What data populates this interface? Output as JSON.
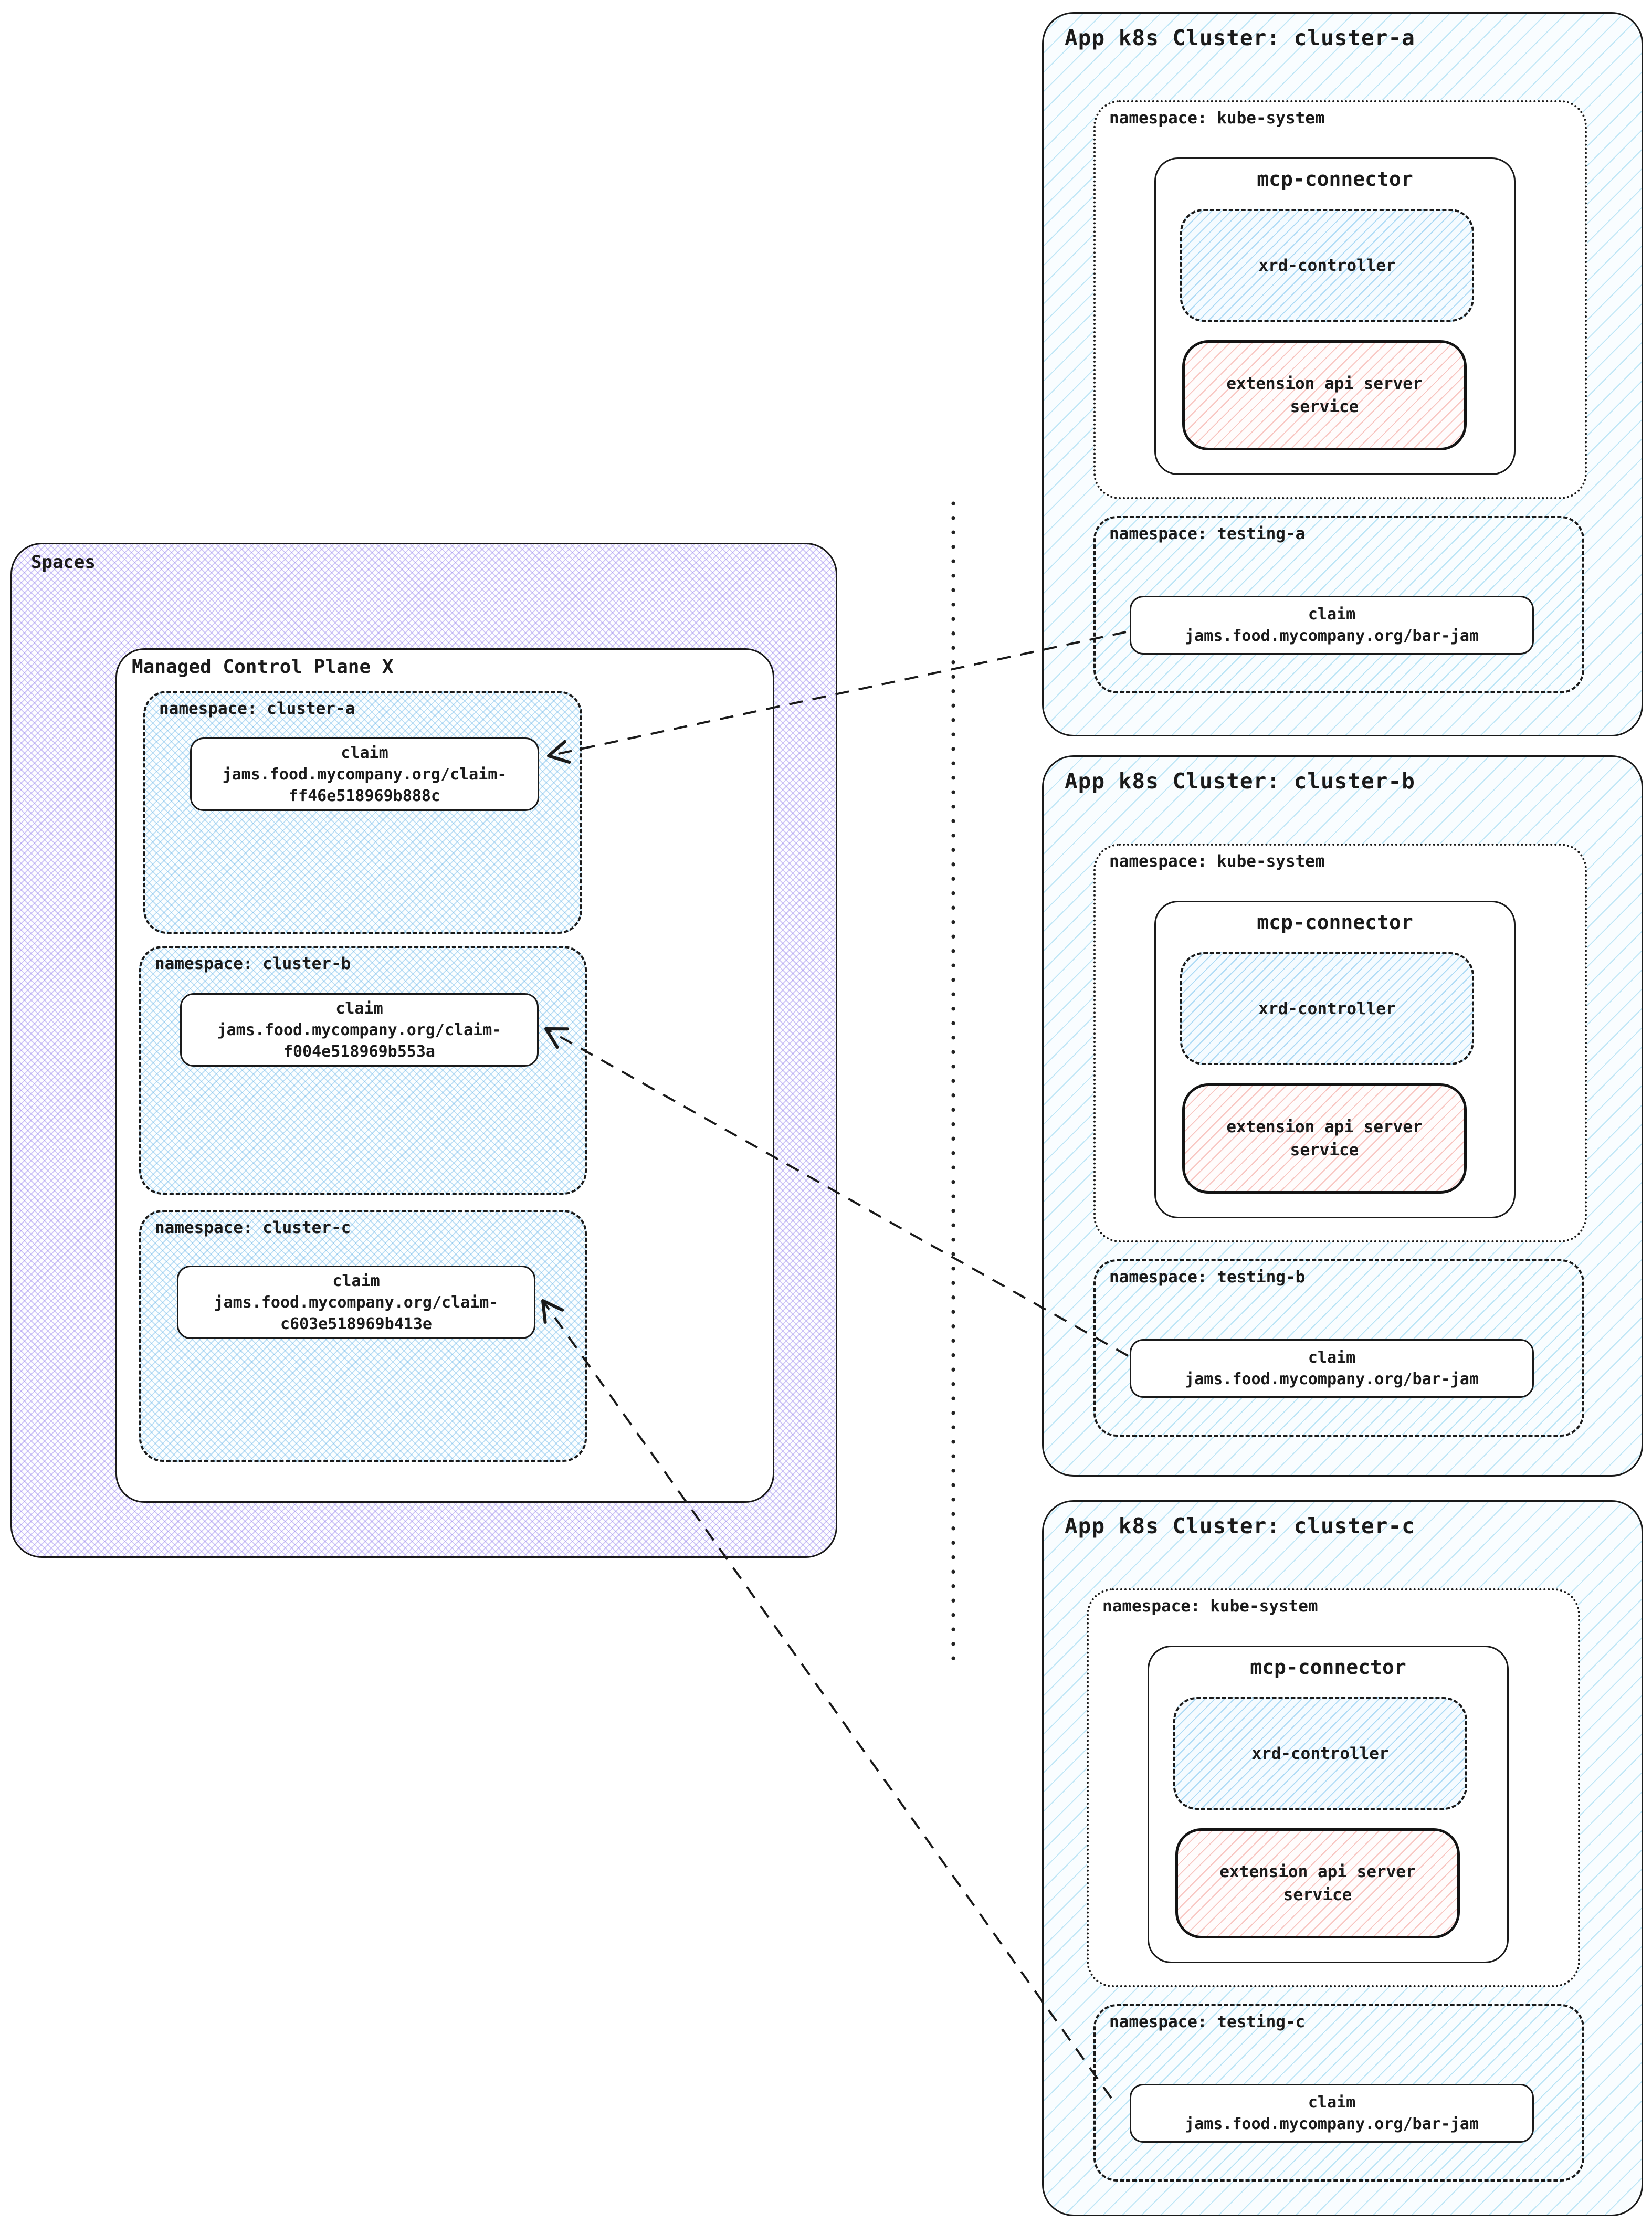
{
  "colors": {
    "border": "#1a1a1a",
    "purple_hatch": "#8c78eb",
    "blue_cross_hatch": "#5aafe6",
    "cyan_diag_hatch": "#67c4e9",
    "pink_hatch": "#ee786c",
    "box_bg": "#ffffff"
  },
  "spaces": {
    "title": "Spaces",
    "control_plane": {
      "title": "Managed Control Plane X",
      "namespaces": [
        {
          "label": "namespace: cluster-a",
          "claim_lines": [
            "claim",
            "jams.food.mycompany.org/claim-",
            "ff46e518969b888c"
          ]
        },
        {
          "label": "namespace: cluster-b",
          "claim_lines": [
            "claim",
            "jams.food.mycompany.org/claim-",
            "f004e518969b553a"
          ]
        },
        {
          "label": "namespace: cluster-c",
          "claim_lines": [
            "claim",
            "jams.food.mycompany.org/claim-",
            "c603e518969b413e"
          ]
        }
      ]
    }
  },
  "clusters": [
    {
      "title": "App k8s Cluster: cluster-a",
      "kube_namespace": {
        "label": "namespace: kube-system",
        "mcp_connector": {
          "title": "mcp-connector",
          "xrd_controller": "xrd-controller",
          "extension_api_lines": [
            "extension api server",
            "service"
          ]
        }
      },
      "testing_namespace": {
        "label": "namespace: testing-a",
        "claim_lines": [
          "claim",
          "jams.food.mycompany.org/bar-jam"
        ]
      }
    },
    {
      "title": "App k8s Cluster: cluster-b",
      "kube_namespace": {
        "label": "namespace: kube-system",
        "mcp_connector": {
          "title": "mcp-connector",
          "xrd_controller": "xrd-controller",
          "extension_api_lines": [
            "extension api server",
            "service"
          ]
        }
      },
      "testing_namespace": {
        "label": "namespace: testing-b",
        "claim_lines": [
          "claim",
          "jams.food.mycompany.org/bar-jam"
        ]
      }
    },
    {
      "title": "App k8s Cluster: cluster-c",
      "kube_namespace": {
        "label": "namespace: kube-system",
        "mcp_connector": {
          "title": "mcp-connector",
          "xrd_controller": "xrd-controller",
          "extension_api_lines": [
            "extension api server",
            "service"
          ]
        }
      },
      "testing_namespace": {
        "label": "namespace: testing-c",
        "claim_lines": [
          "claim",
          "jams.food.mycompany.org/bar-jam"
        ]
      }
    }
  ],
  "connections": [
    {
      "from": "cluster-a / namespace: testing-a / claim",
      "to": "Managed Control Plane X / namespace: cluster-a / claim"
    },
    {
      "from": "cluster-b / namespace: testing-b / claim",
      "to": "Managed Control Plane X / namespace: cluster-b / claim"
    },
    {
      "from": "cluster-c / namespace: testing-c / claim",
      "to": "Managed Control Plane X / namespace: cluster-c / claim"
    }
  ]
}
